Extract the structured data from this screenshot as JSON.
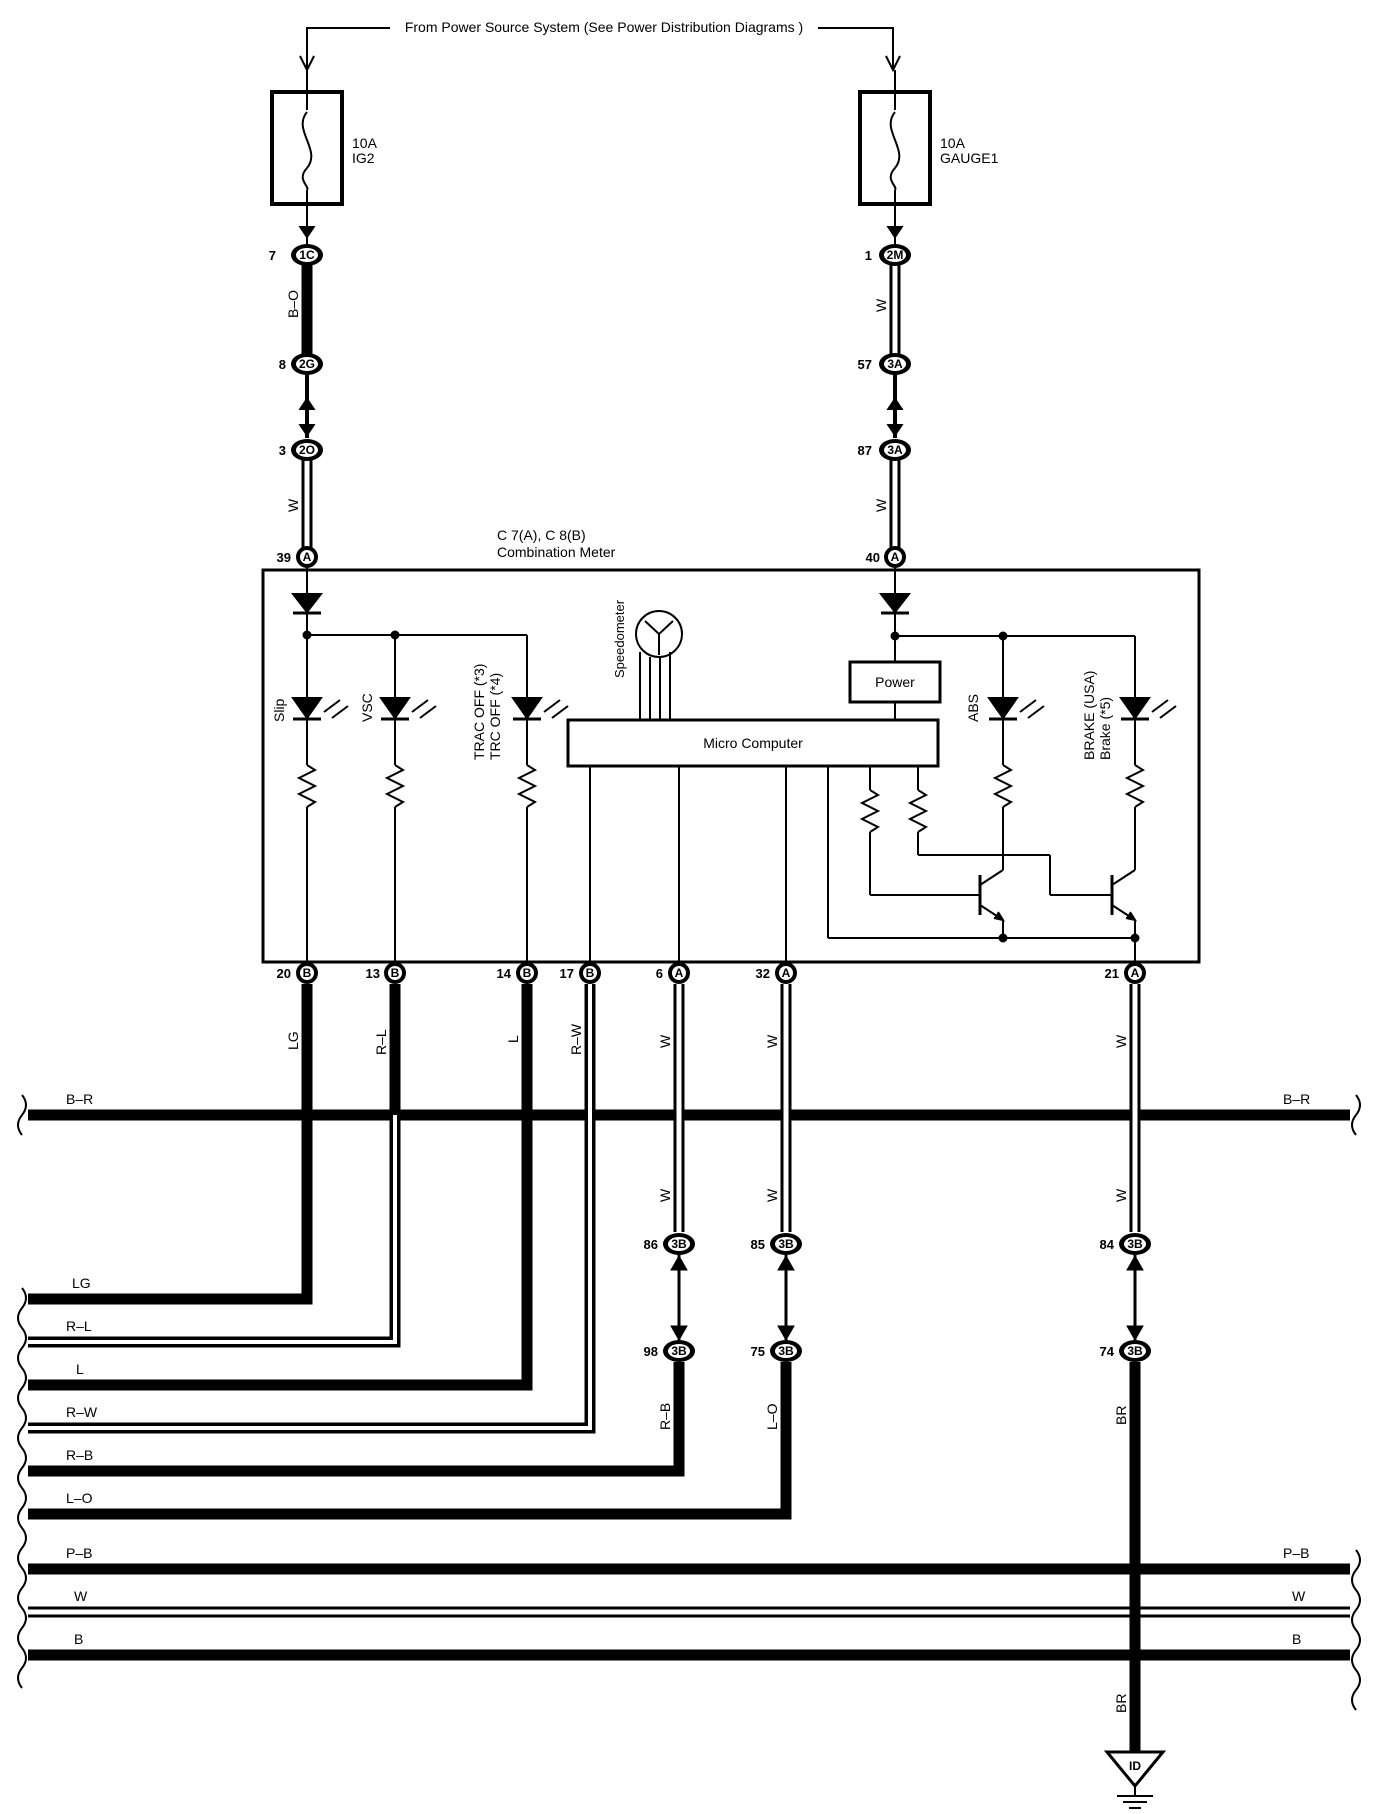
{
  "top_note": "From Power Source System (See Power Distribution Diagrams )",
  "fuses": [
    {
      "amp": "10A",
      "name": "IG2"
    },
    {
      "amp": "10A",
      "name": "GAUGE1"
    }
  ],
  "meter": {
    "ref": "C 7(A), C 8(B)",
    "title": "Combination Meter"
  },
  "connectors": [
    {
      "pin": "7",
      "id": "1C"
    },
    {
      "pin": "8",
      "id": "2G"
    },
    {
      "pin": "3",
      "id": "2O"
    },
    {
      "pin": "39",
      "id": "A"
    },
    {
      "pin": "1",
      "id": "2M"
    },
    {
      "pin": "57",
      "id": "3A"
    },
    {
      "pin": "87",
      "id": "3A"
    },
    {
      "pin": "40",
      "id": "A"
    },
    {
      "pin": "20",
      "id": "B"
    },
    {
      "pin": "13",
      "id": "B"
    },
    {
      "pin": "14",
      "id": "B"
    },
    {
      "pin": "17",
      "id": "B"
    },
    {
      "pin": "6",
      "id": "A"
    },
    {
      "pin": "32",
      "id": "A"
    },
    {
      "pin": "21",
      "id": "A"
    },
    {
      "pin": "86",
      "id": "3B"
    },
    {
      "pin": "85",
      "id": "3B"
    },
    {
      "pin": "84",
      "id": "3B"
    },
    {
      "pin": "98",
      "id": "3B"
    },
    {
      "pin": "75",
      "id": "3B"
    },
    {
      "pin": "74",
      "id": "3B"
    }
  ],
  "wire_labels": {
    "bo": "B–O",
    "w1": "W",
    "w2": "W",
    "w3": "W",
    "lg": "LG",
    "rl": "R–L",
    "l": "L",
    "rw": "R–W",
    "w6a": "W",
    "w32a": "W",
    "w21a": "W",
    "w6b": "W",
    "w32b": "W",
    "w21b": "W",
    "rb": "R–B",
    "lo": "L–O",
    "br1": "BR",
    "br2": "BR"
  },
  "inside": {
    "slip": "Slip",
    "vsc": "VSC",
    "trac1": "TRAC OFF (*3)",
    "trac2": "TRC OFF (*4)",
    "speedometer": "Speedometer",
    "power": "Power",
    "micro": "Micro Computer",
    "abs": "ABS",
    "brake1": "BRAKE (USA)",
    "brake2": "Brake (*5)"
  },
  "bus": {
    "br_left": "B–R",
    "br_right": "B–R",
    "lg": "LG",
    "rl": "R–L",
    "l": "L",
    "rw": "R–W",
    "rb": "R–B",
    "lo": "L–O",
    "pb_left": "P–B",
    "pb_right": "P–B",
    "w_left": "W",
    "w_right": "W",
    "b_left": "B",
    "b_right": "B"
  },
  "ground": "ID"
}
